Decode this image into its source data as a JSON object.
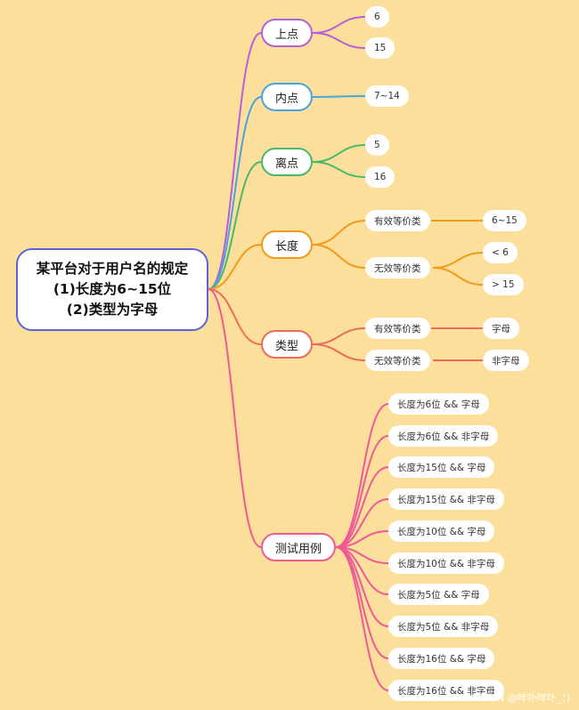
{
  "root": {
    "line1": "某平台对于用户名的规定",
    "line2": "(1)长度为6~15位",
    "line3": "(2)类型为字母"
  },
  "colors": {
    "root_border": "#5a64d6",
    "upper_point": "#b65fd6",
    "inner_point": "#4aa3e0",
    "off_point": "#49b86a",
    "length": "#f19a1c",
    "type": "#ee6a5a",
    "test_case": "#ee5a96",
    "background": "#fddf9c"
  },
  "branches": {
    "upper_point": {
      "label": "上点",
      "children": [
        "6",
        "15"
      ]
    },
    "inner_point": {
      "label": "内点",
      "children": [
        "7~14"
      ]
    },
    "off_point": {
      "label": "离点",
      "children": [
        "5",
        "16"
      ]
    },
    "length": {
      "label": "长度",
      "valid": {
        "label": "有效等价类",
        "children": [
          "6~15"
        ]
      },
      "invalid": {
        "label": "无效等价类",
        "children": [
          "< 6",
          "> 15"
        ]
      }
    },
    "type": {
      "label": "类型",
      "valid": {
        "label": "有效等价类",
        "children": [
          "字母"
        ]
      },
      "invalid": {
        "label": "无效等价类",
        "children": [
          "非字母"
        ]
      }
    },
    "test_case": {
      "label": "测试用例",
      "children": [
        "长度为6位 && 字母",
        "长度为6位 && 非字母",
        "长度为15位 && 字母",
        "长度为15位 && 非字母",
        "长度为10位 && 字母",
        "长度为10位 && 非字母",
        "长度为5位 && 字母",
        "长度为5位 && 非字母",
        "长度为16位 && 字母",
        "长度为16位 && 非字母"
      ]
    }
  },
  "watermark": "CSDN @咩卟咩卟_：)"
}
